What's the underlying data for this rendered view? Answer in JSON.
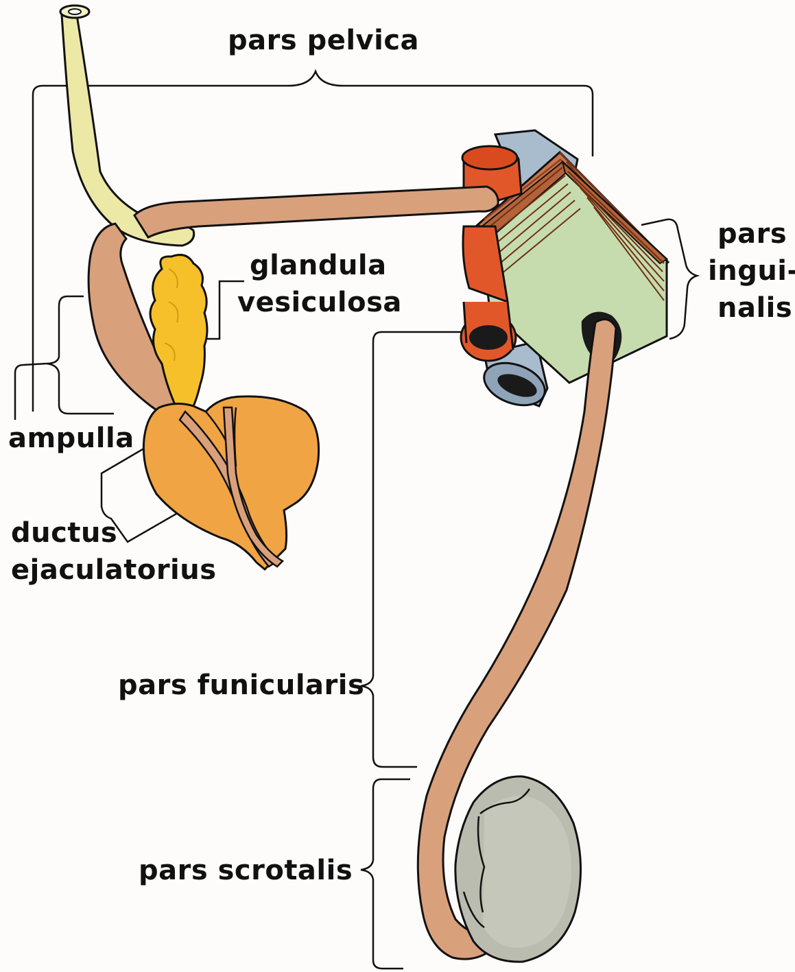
{
  "labels": {
    "pars_pelvica": "pars pelvica",
    "glandula_vesiculosa_line1": "glandula",
    "glandula_vesiculosa_line2": "vesiculosa",
    "pars_inguinalis_line1": "pars",
    "pars_inguinalis_line2": "ingui-",
    "pars_inguinalis_line3": "nalis",
    "ampulla": "ampulla",
    "ductus_line1": "ductus",
    "ductus_line2": "ejaculatorius",
    "pars_funicularis": "pars funicularis",
    "pars_scrotalis": "pars scrotalis"
  },
  "colors": {
    "ductus_deferens": "#d9a07c",
    "ureter": "#ece8a6",
    "glandula_vesiculosa": "#f5c02a",
    "prostate": "#f0a443",
    "artery": "#e2572a",
    "vein": "#a9bccd",
    "inguinal_block": "#c6dcae",
    "muscle_layers": "#b4623a",
    "testis": "#b9bcae",
    "outline": "#111111"
  }
}
